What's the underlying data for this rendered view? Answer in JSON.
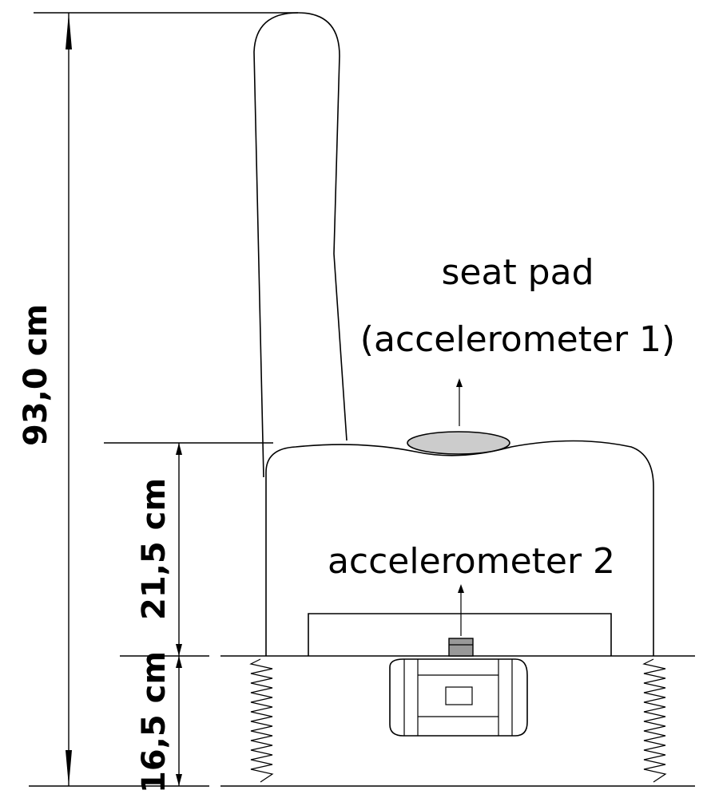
{
  "labels": {
    "seat_pad_line1": "seat pad",
    "seat_pad_line2": "(accelerometer 1)",
    "accelerometer2": "accelerometer 2"
  },
  "dimensions": {
    "total_height": "93,0 cm",
    "seat_height": "21,5 cm",
    "base_height": "16,5 cm"
  }
}
